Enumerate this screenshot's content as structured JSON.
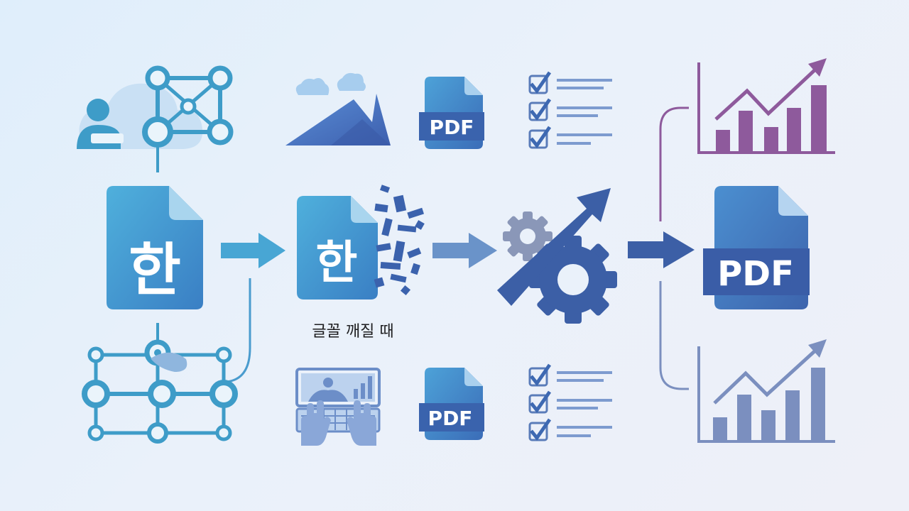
{
  "source_doc": {
    "glyph": "한",
    "icon": "hwp-document-icon"
  },
  "broken_doc": {
    "glyph": "한",
    "icon": "broken-font-document-icon",
    "caption": "글꼴 깨질 때"
  },
  "pdf_labels": {
    "top": "PDF",
    "bottom": "PDF",
    "output": "PDF"
  },
  "icons": {
    "top_left": "cloud-network-user-icon",
    "bottom_left": "node-network-icon",
    "image": "landscape-image-icon",
    "laptop": "laptop-typing-icon",
    "checklist": "checklist-icon",
    "conversion": "gear-arrow-icon",
    "chart": "growth-chart-icon"
  },
  "colors": {
    "teal": "#3e9cc8",
    "blue": "#3f7fc4",
    "navy": "#3b5ea8",
    "purple": "#8e5a9c",
    "slate": "#7b8fbf",
    "arrow1": "#48a6d4",
    "arrow2": "#6a93c9",
    "arrow3": "#3c5fa6"
  }
}
